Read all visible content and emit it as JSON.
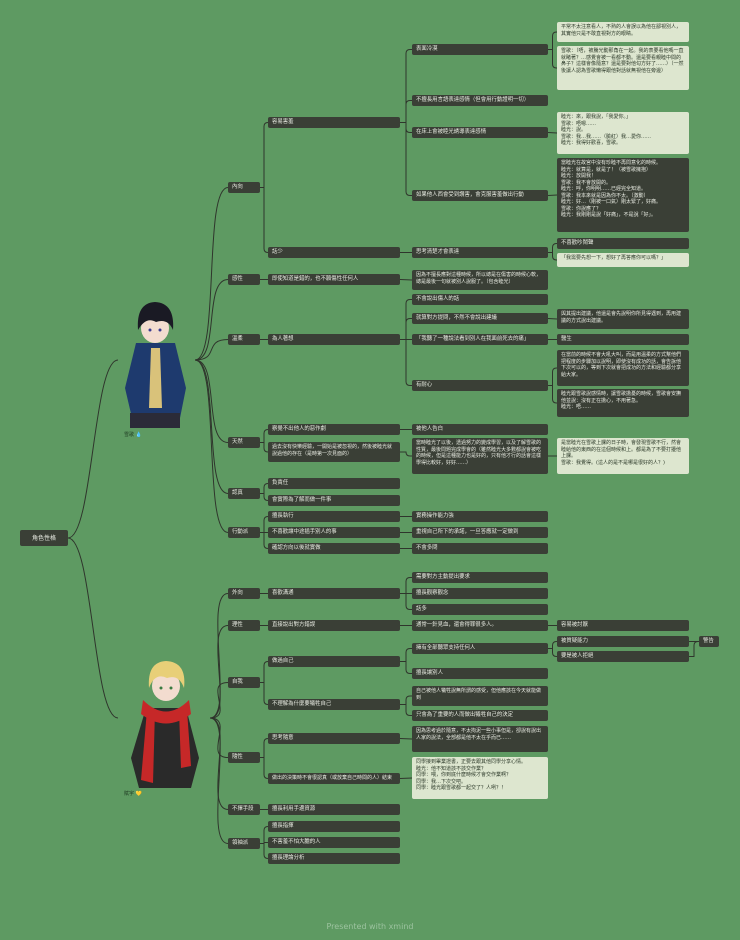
{
  "title": "角色性格",
  "footer": "Presented with xmind",
  "characters": [
    {
      "caption": "雪歌",
      "badge": "💧"
    },
    {
      "caption": "賦宇",
      "badge": "💛"
    }
  ],
  "nodes": {
    "a1": "內向",
    "a1a": "容易害羞",
    "a1a1": "表面冷漠",
    "a1a1n1": "平常不太注意看人，不熟的人會誤以為他在鄙視別人，其實他只是不敢直視對方的眼睛。",
    "a1a1n2": "雪歌：（唔，被騰光動那角在一起。我的表要看他嗎一直就睹著？…感覺會被一看都不動。還是要看親睦中間的鼻子？這樣會像隨意？還是要對他勾方好了……）（一然後讓人認為雪歌懶得跟他對話就無視他在旁邊）",
    "a1a2": "不擅長用言語表達感情（但會用行動證明一切）",
    "a1a3": "在床上會被睦光誘導表達感情",
    "a1a3n": "睦光：來，跟我說，「我愛你。」\n雪歌：唔嗯……\n睦光：說。\n雪歌：我…我……（臉紅）我…愛你……\n睦光：我得好歡喜，雪歌。",
    "a1a4": "如果他人西會受到讚害，會克服害羞做出行動",
    "a1a4n": "當睦光在故宮中沒有珍睦不再問意化的時候。\n睦光：就算是，就是了！（被雪歌擁抱）\n睦光：放開我！\n雪歌：我不會放開的。\n睦光：呼，你明明……已經完全知道。\n雪歌：我本來就是因為你不太。（激動）\n睦光：好…（剛被一口氣）剛太緊了，好痛。\n雪歌：你說應了？\n睦光：我剛剛是說「好痛」，不是說「好」。",
    "a1b": "話少",
    "a1b1": "思考清楚才會表達",
    "a1b1n1": "不喜歡吵鬧聲",
    "a1b1n2": "「我需要先想一下，想好了再答應你可以嗎？」",
    "a2": "感性",
    "a2a": "即使知道是錯的，也不願傷性任何人",
    "a2an": "因為不擅長應對這種時候，所以總是在傷害的時候心軟，總是最後一句就被別人說服了。（包含睦光）",
    "a3": "溫柔",
    "a3a": "為人著想",
    "a3a1": "不會說出傷人的話",
    "a3a2": "就算對方提問，不然不會說出建議",
    "a3a2n": "與其提出建議，他還是會先說明你所見得遇到，再用建議的方式說出建議。",
    "a3a3": "「我聽了一種說法看到別人在我面前死去的痛」",
    "a3a3n": "醫生",
    "a3a4": "有耐心",
    "a3a4n1": "在當前的時候不會大吼大叫，而是用溫柔的方式幫他們把程度的步驟加以說明，即使沒有成功的話，會告訴他下次可以的，等到下次就會把成功的方法和經驗都分享給大家。",
    "a3a4n2": "睦光跟雪歌說感情時，讓雪歌擔憂的時候，雪歌會安撫他並說：沒有正在擔心，不用著急。\n睦光：唔……",
    "a4": "天然",
    "a4a": "察覺不出他人的惡作劇",
    "a4an": "被他人告白",
    "a4b": "過去沒有快樂經驗，一開始是被忽視的，然後被睦光就說過他的存在（是時第一次見面的）",
    "a4bn": "當時睦光了以後，透過努力的變成學習，以及了解雪歌的性質，最後問題完成學會的（雖然睦光大多數都說會被吃的時候，但是這種能力也是好的，只有他才行的話會這樣學得比較好，好好……）",
    "a4bnn": "是當睦光在雪歌上課的日子時，會發現雪歌不行，然會睦給他的東西的在這個時候和上。都是為了不要打擾他上課。\n雪歌：我覺得。(這人的是不是哪是很好的人？)",
    "a5": "認真",
    "a5a": "負責任",
    "a5b": "會實際為了解而做一件事",
    "a6": "行動派",
    "a6a": "擅長執行",
    "a6an": "實務操作能力強",
    "a6b": "不喜歡讓中途插手別人的事",
    "a6bn": "重視自己所下的承諾，一旦答應就一定做到",
    "a6c": "確認方向以後就實做",
    "a6cn": "不會多問",
    "b1": "外向",
    "b1a": "喜歡溝通",
    "b1a1": "需要對方主動提出要求",
    "b1a2": "擅長觀察觀念",
    "b1a3": "話多",
    "b2": "理性",
    "b2a": "直接說出對方錯誤",
    "b2an": "通常一針見血，還會得罪很多人。",
    "b2ann": "容易被討厭",
    "b3": "自我",
    "b3a": "做過自己",
    "b3a1": "擁有全部聽眾支持任何人",
    "b3a1n1": "被質疑能力",
    "b3a1n1n": "警告",
    "b3a1n2": "要是被人拒絕",
    "b3a2": "擅長讓別人",
    "b3b": "不理解為什麼要犧牲自己",
    "b3b1": "自己被他人犧牲說無所謂的感受，但他應該在今天就能做到",
    "b3b2": "只會為了重要的人而做出犧牲自己的決定",
    "b4": "隨性",
    "b4a": "思考隨意",
    "b4an": "因為思考過於隨意，不太拘泥一些小事但是，卻說有說出人家的說法，全部都是他不太在乎而已……",
    "b4b": "做出的決策時不會很認真（或放棄自己時間的人）結束",
    "b4bn": "同學接到畢業證書，正要去跟其他同學分享心情。\n睦光：他不知道該不該交作業？\n同學：喂，你到底什麼時候才會交作業啊？\n同學：我…下次交吧。\n同學：睦光跟雪歌都一起交了？人咧？！",
    "b5": "不擇手段",
    "b5a": "擅長利用手邊資源",
    "b6": "領袖派",
    "b6a": "擅長指揮",
    "b6b": "不害羞不怕大膽的人",
    "b6c": "擅長理論分析"
  }
}
